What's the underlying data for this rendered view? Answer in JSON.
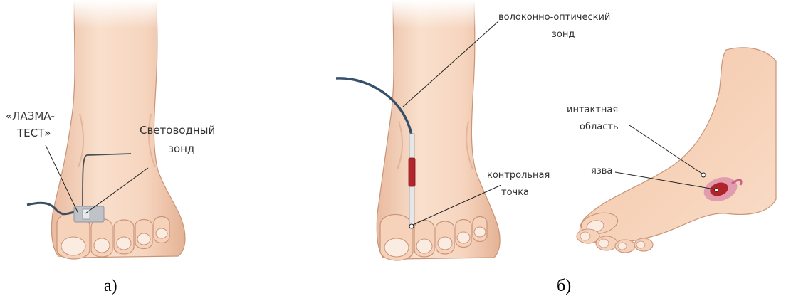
{
  "panel_a": {
    "label_lazma_line1": "«ЛАЗМА-",
    "label_lazma_line2": "ТЕСТ»",
    "label_probe_line1": "Световодный",
    "label_probe_line2": "зонд",
    "caption": "а)"
  },
  "panel_b": {
    "label_fiber_line1": "волоконно-оптический",
    "label_fiber_line2": "зонд",
    "label_control_line1": "контрольная",
    "label_control_line2": "точка",
    "label_intact_line1": "интактная",
    "label_intact_line2": "область",
    "label_ulcer": "язва",
    "caption": "б)"
  },
  "colors": {
    "skin": "#f7d9c3",
    "skin_shadow": "#e7b89a",
    "skin_outline": "#c99478",
    "nail": "#fbece2",
    "cable": "#3b4e63",
    "fiber": "#37506a",
    "probe_red": "#b2262b",
    "ulcer": "#b0242c",
    "ulcer_ring": "#d98aa8"
  }
}
